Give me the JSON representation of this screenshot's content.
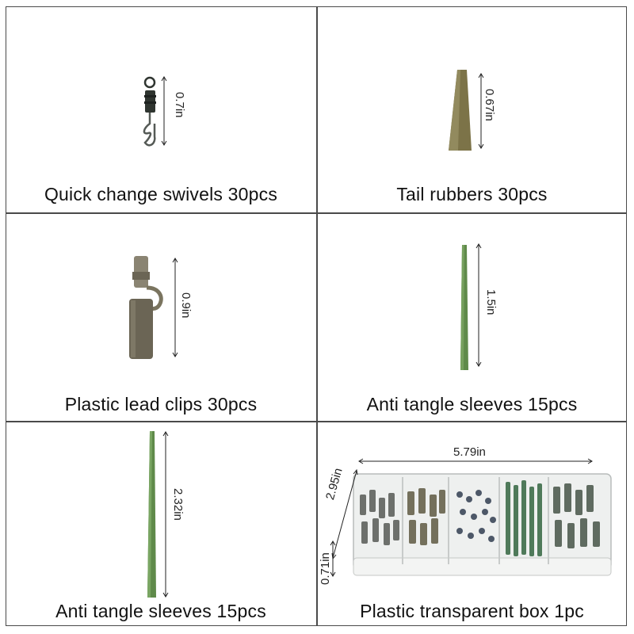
{
  "cells": [
    {
      "caption": "Quick change swivels 30pcs",
      "dimension": "0.7in"
    },
    {
      "caption": "Tail rubbers 30pcs",
      "dimension": "0.67in"
    },
    {
      "caption": "Plastic lead clips 30pcs",
      "dimension": "0.9in"
    },
    {
      "caption": "Anti tangle sleeves 15pcs",
      "dimension": "1.5in"
    },
    {
      "caption": "Anti tangle sleeves 15pcs",
      "dimension": "2.32in"
    },
    {
      "caption": "Plastic transparent box 1pc",
      "dimensions": {
        "length": "5.79in",
        "width": "2.95in",
        "height": "0.71in"
      }
    }
  ],
  "colors": {
    "border": "#4a4a4a",
    "tail_rubber": "#7c7348",
    "lead_clip": "#6b6555",
    "sleeve": "#5f8a4a",
    "swivel": "#2f3530"
  }
}
